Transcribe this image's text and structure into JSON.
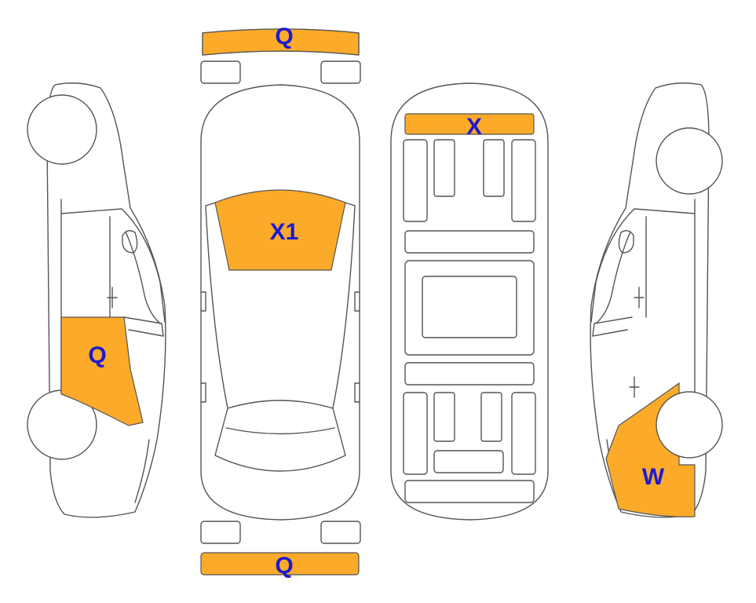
{
  "colors": {
    "damage_fill": "#FBAA2A",
    "label_text": "#1D1ACF",
    "outline": "#555555"
  },
  "damage_markers": [
    {
      "id": "front-bumper",
      "code": "Q"
    },
    {
      "id": "hood",
      "code": "X1"
    },
    {
      "id": "roof-front",
      "code": "X"
    },
    {
      "id": "left-rear-door",
      "code": "Q"
    },
    {
      "id": "right-rear-quarter",
      "code": "W"
    },
    {
      "id": "rear-bumper",
      "code": "Q"
    }
  ]
}
